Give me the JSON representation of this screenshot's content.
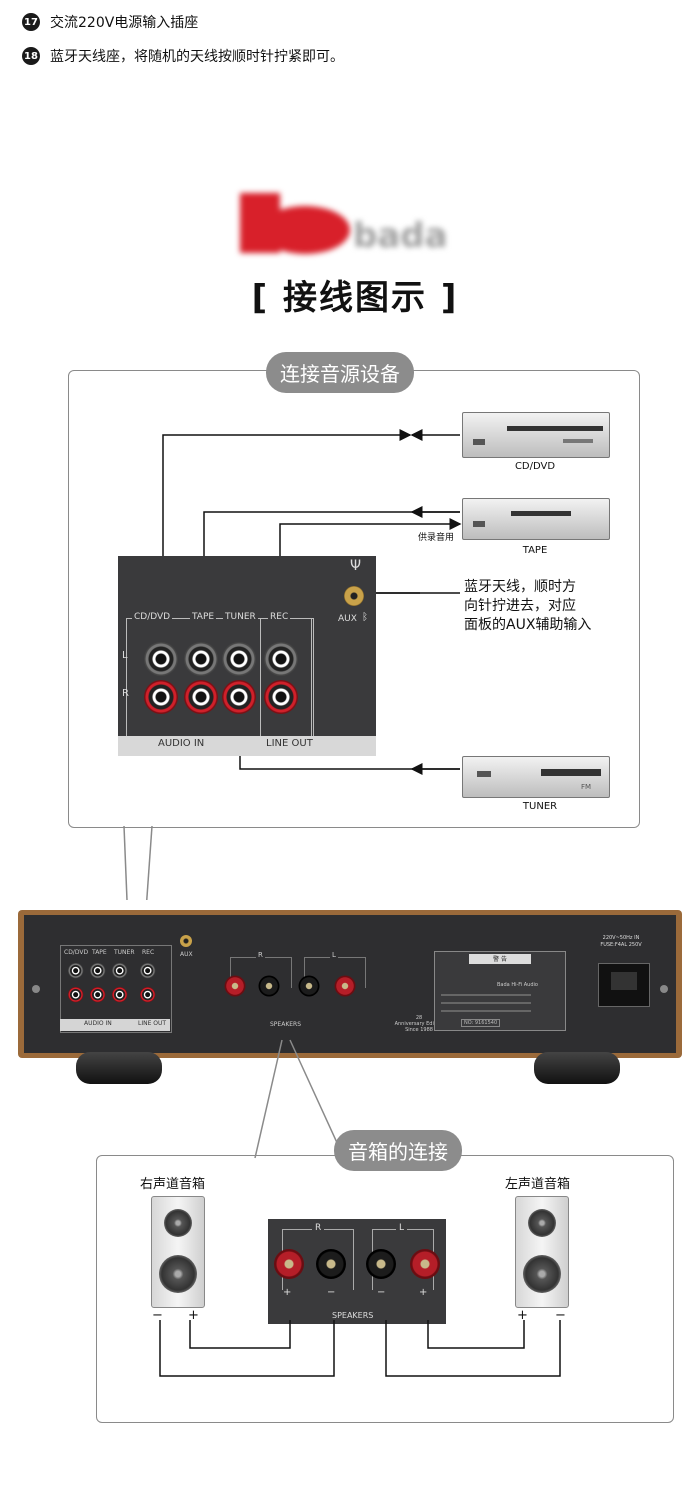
{
  "notes": [
    {
      "num": "17",
      "text": "交流220V电源输入插座"
    },
    {
      "num": "18",
      "text": "蓝牙天线座，将随机的天线按顺时针拧紧即可。"
    }
  ],
  "brand": {
    "logo_text": "bada",
    "title": "[ 接线图示 ]"
  },
  "source_section": {
    "heading": "连接音源设备",
    "devices": {
      "cd": "CD/DVD",
      "tape": "TAPE",
      "tuner": "TUNER",
      "tuner_panel_text": "FM"
    },
    "record_note": "供录音用",
    "bt_annotation": [
      "蓝牙天线，顺时方",
      "向针拧进去，对应",
      "面板的AUX辅助输入"
    ],
    "panel": {
      "input_labels": [
        "CD/DVD",
        "TAPE",
        "TUNER",
        "REC"
      ],
      "aux_label": "AUX",
      "left": "L",
      "right": "R",
      "audio_in": "AUDIO IN",
      "line_out": "LINE OUT"
    }
  },
  "rear_panel": {
    "small_labels": [
      "CD/DVD",
      "TAPE",
      "TUNER",
      "REC",
      "AUDIO IN",
      "LINE OUT",
      "AUX",
      "R",
      "L",
      "SPEAKERS"
    ],
    "anniversary": [
      "28",
      "Anniversary Edition",
      "Since 1988"
    ],
    "warning": "警 告",
    "nameplate_brand": "Bada Hi-Fi Audio",
    "fuse": [
      "220V~50Hz IN",
      "FUSE:F4AL 250V"
    ],
    "serial": "NO: 9161540"
  },
  "speaker_section": {
    "heading": "音箱的连接",
    "right_speaker": "右声道音箱",
    "left_speaker": "左声道音箱",
    "channels": [
      "R",
      "L"
    ],
    "terminals_label": "SPEAKERS",
    "minus": "−",
    "plus": "+"
  },
  "colors": {
    "accent_red": "#c8102e",
    "frame": "#8a8a8a",
    "pill": "#8c8c8c",
    "panel": "#3a3a3c",
    "wood": "#9b6a3a"
  }
}
